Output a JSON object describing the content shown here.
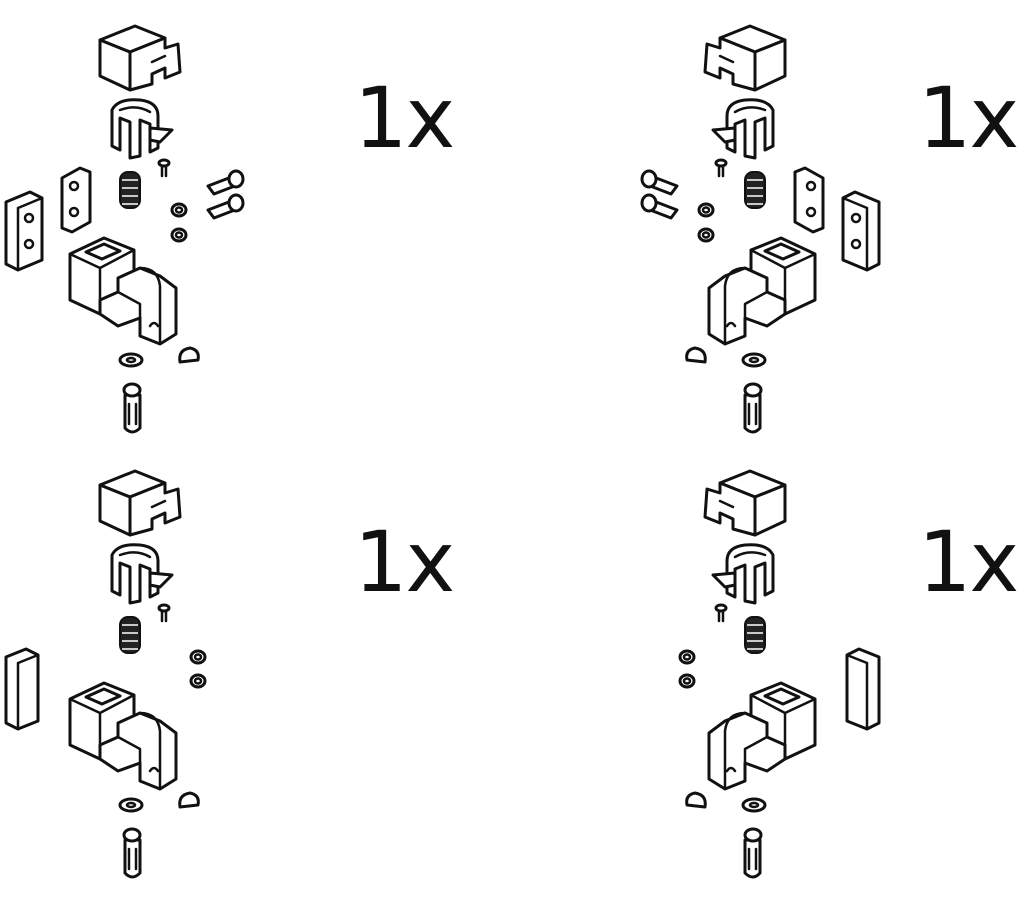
{
  "kits": [
    {
      "quantity": "1x",
      "variant": "a",
      "mirrored": false
    },
    {
      "quantity": "1x",
      "variant": "a",
      "mirrored": true
    },
    {
      "quantity": "1x",
      "variant": "b",
      "mirrored": false
    },
    {
      "quantity": "1x",
      "variant": "b",
      "mirrored": true
    }
  ]
}
